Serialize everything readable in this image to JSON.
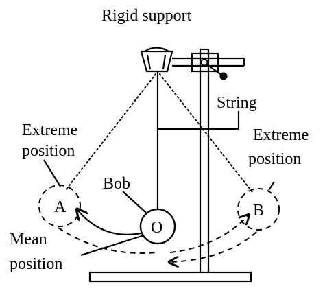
{
  "labels": {
    "rigid_support": "Rigid support",
    "string": "String",
    "extreme_left_line1": "Extreme",
    "extreme_left_line2": "position",
    "extreme_right_line1": "Extreme",
    "extreme_right_line2": "position",
    "bob": "Bob",
    "mean_line1": "Mean",
    "mean_line2": "position"
  },
  "positions": {
    "left": "A",
    "center": "O",
    "right": "B"
  },
  "colors": {
    "line": "#000000",
    "background": "#ffffff"
  }
}
